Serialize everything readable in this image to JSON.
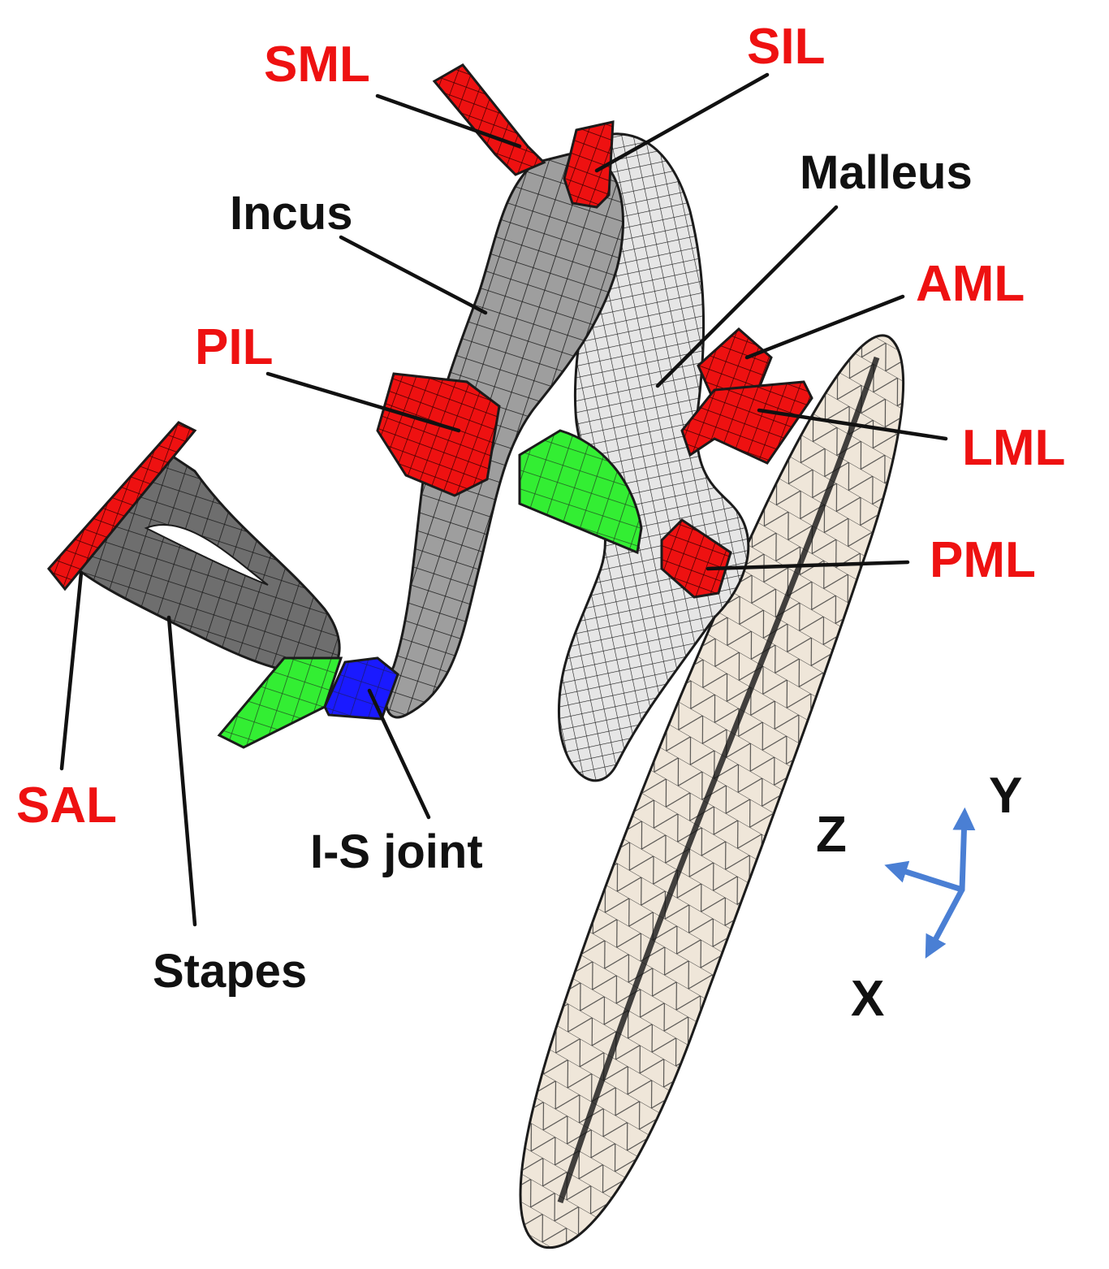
{
  "labels": {
    "ligaments": {
      "sml": "SML",
      "sil": "SIL",
      "aml": "AML",
      "pil": "PIL",
      "lml": "LML",
      "pml": "PML",
      "sal": "SAL"
    },
    "structures": {
      "malleus": "Malleus",
      "incus": "Incus",
      "is_joint": "I-S joint",
      "stapes": "Stapes"
    },
    "axes": {
      "y": "Y",
      "z": "Z",
      "x": "X"
    }
  },
  "colors": {
    "ligament": "#ee1111",
    "ligament_label": "#ee1111",
    "structure_label": "#111111",
    "incus": "#9e9e9e",
    "malleus": "#e6e6e6",
    "stapes": "#6e6e6e",
    "tympanic_membrane": "#efe6d9",
    "joint_green": "#33ee33",
    "is_joint_blue": "#1a1aff",
    "axis_arrow": "#4a7fd4",
    "mesh_line": "#1b1b1b"
  }
}
